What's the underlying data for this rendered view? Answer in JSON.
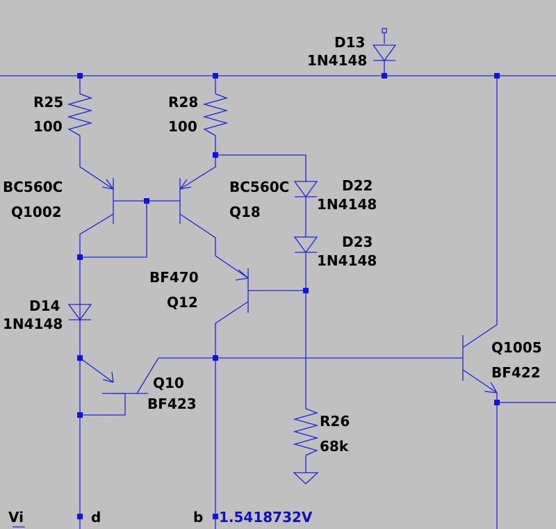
{
  "components": {
    "d13": {
      "ref": "D13",
      "value": "1N4148"
    },
    "r25": {
      "ref": "R25",
      "value": "100"
    },
    "r28": {
      "ref": "R28",
      "value": "100"
    },
    "q1002": {
      "model": "BC560C",
      "ref": "Q1002"
    },
    "q18": {
      "model": "BC560C",
      "ref": "Q18"
    },
    "d22": {
      "ref": "D22",
      "value": "1N4148"
    },
    "d23": {
      "ref": "D23",
      "value": "1N4148"
    },
    "q12": {
      "model": "BF470",
      "ref": "Q12"
    },
    "d14": {
      "ref": "D14",
      "value": "1N4148"
    },
    "q10": {
      "ref": "Q10",
      "model": "BF423"
    },
    "q1005": {
      "ref": "Q1005",
      "model": "BF422"
    },
    "r26": {
      "ref": "R26",
      "value": "68k"
    }
  },
  "nets": {
    "vi": "Vi",
    "d": "d",
    "b": "b",
    "b_voltage": "1.5418732V"
  },
  "colors": {
    "background": "#c0c0c0",
    "wire": "#2020e0",
    "node": "#1010f0",
    "label": "#000000",
    "voltage": "#1010c0"
  }
}
